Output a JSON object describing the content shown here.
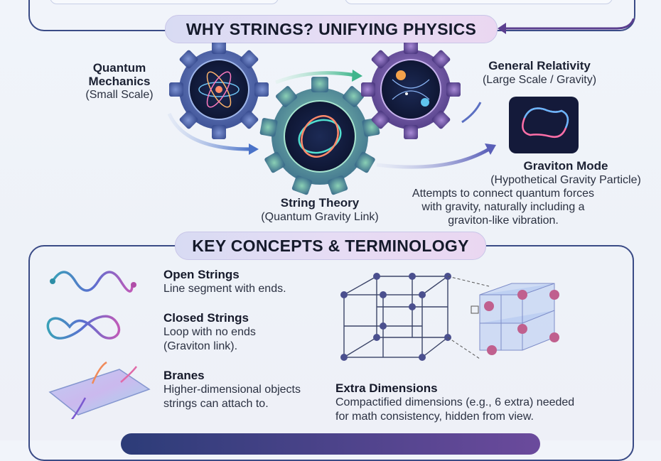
{
  "unify": {
    "banner": "WHY STRINGS? UNIFYING PHYSICS",
    "qm": {
      "title_line1": "Quantum",
      "title_line2": "Mechanics",
      "subtitle": "(Small Scale)"
    },
    "gr": {
      "title": "General Relativity",
      "subtitle": "(Large Scale / Gravity)"
    },
    "st": {
      "title": "String Theory",
      "subtitle": "(Quantum Gravity Link)"
    },
    "graviton": {
      "title": "Graviton Mode",
      "subtitle": "(Hypothetical Gravity Particle)"
    },
    "description_lines": [
      "Attempts to connect quantum forces",
      "with gravity, naturally including a",
      "graviton-like vibration."
    ]
  },
  "concepts": {
    "banner": "KEY CONCEPTS & TERMINOLOGY",
    "items": [
      {
        "title": "Open Strings",
        "desc_lines": [
          "Line segment with ends."
        ]
      },
      {
        "title": "Closed Strings",
        "desc_lines": [
          "Loop with no ends",
          "(Graviton link)."
        ]
      },
      {
        "title": "Branes",
        "desc_lines": [
          "Higher-dimensional objects",
          "strings can attach to."
        ]
      },
      {
        "title": "Extra Dimensions",
        "desc_lines": [
          "Compactified dimensions (e.g., 6 extra) needed",
          "for math consistency, hidden from view."
        ]
      }
    ]
  },
  "colors": {
    "frame": "#3a4b86",
    "gear_blue": "#4a62a8",
    "gear_green": "#4f9a86",
    "gear_purple": "#6a4f9c"
  }
}
